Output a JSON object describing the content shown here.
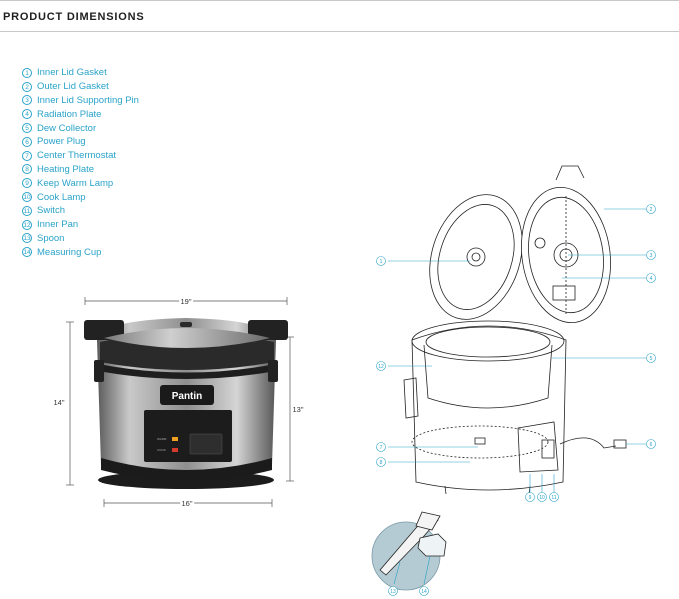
{
  "header": {
    "title": "PRODUCT DIMENSIONS"
  },
  "parts": [
    {
      "num": "1",
      "label": "Inner Lid Gasket"
    },
    {
      "num": "2",
      "label": "Outer Lid Gasket"
    },
    {
      "num": "3",
      "label": "Inner Lid Supporting Pin"
    },
    {
      "num": "4",
      "label": "Radiation Plate"
    },
    {
      "num": "5",
      "label": "Dew Collector"
    },
    {
      "num": "6",
      "label": "Power Plug"
    },
    {
      "num": "7",
      "label": "Center Thermostat"
    },
    {
      "num": "8",
      "label": "Heating Plate"
    },
    {
      "num": "9",
      "label": "Keep Warm Lamp"
    },
    {
      "num": "10",
      "label": "Cook Lamp"
    },
    {
      "num": "11",
      "label": "Switch"
    },
    {
      "num": "12",
      "label": "Inner Pan"
    },
    {
      "num": "13",
      "label": "Spoon"
    },
    {
      "num": "14",
      "label": "Measuring Cup"
    }
  ],
  "dimensions": {
    "width_top": "19\"",
    "height_left": "14\"",
    "height_right": "13\"",
    "width_bottom": "16\""
  },
  "product": {
    "brand": "Pantin",
    "lamp_warm": "WARM",
    "lamp_cook": "COOK"
  },
  "callouts": {
    "c1": "1",
    "c2": "2",
    "c3": "3",
    "c4": "4",
    "c5": "5",
    "c6": "6",
    "c7": "7",
    "c8": "8",
    "c9": "9",
    "c10": "10",
    "c11": "11",
    "c12": "12",
    "c13": "13",
    "c14": "14"
  },
  "colors": {
    "accent": "#2aa3c9",
    "text": "#1f1f1f"
  }
}
